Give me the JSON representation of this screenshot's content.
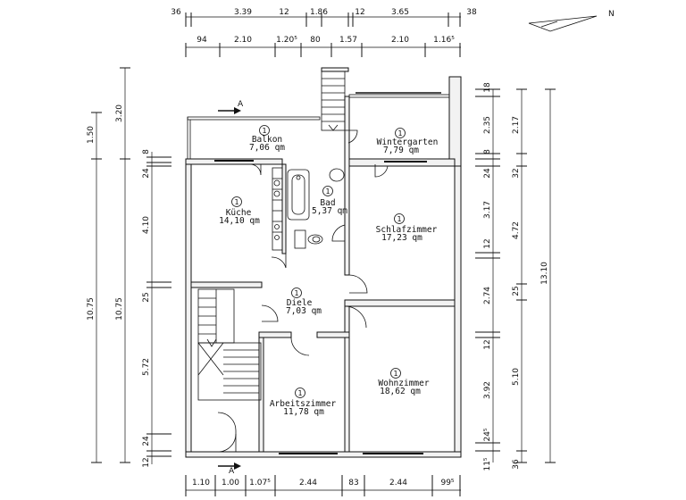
{
  "north_label": "N",
  "section_label": "A",
  "top_dims_row1": [
    "36",
    "3.39",
    "12",
    "1.86",
    "12",
    "3.65",
    "38"
  ],
  "top_dims_row2": [
    "94",
    "2.10",
    "1.20⁵",
    "80",
    "1.57",
    "2.10",
    "1.16⁵"
  ],
  "bottom_dims": [
    "1.10",
    "1.00",
    "1.07⁵",
    "2.44",
    "83",
    "2.44",
    "99⁵"
  ],
  "left_col_outer": [
    "1.50",
    "10.75"
  ],
  "left_col_mid": [
    "3.20",
    "10.75"
  ],
  "left_col_inner": [
    "8",
    "24",
    "4.10",
    "25",
    "5.72",
    "24",
    "12"
  ],
  "right_col_inner": [
    "18",
    "2.35",
    "8",
    "24",
    "3.17",
    "12",
    "2.74",
    "12",
    "3.92",
    "24⁵",
    "11⁵"
  ],
  "right_col_mid": [
    "2.17",
    "32",
    "4.72",
    "25",
    "5.10",
    "36"
  ],
  "right_col_outer": [
    "13.10"
  ],
  "rooms": [
    {
      "num": "1",
      "name": "Balkon",
      "area": "7,06 qm"
    },
    {
      "num": "1",
      "name": "Wintergarten",
      "area": "7,79 qm"
    },
    {
      "num": "1",
      "name": "Küche",
      "area": "14,10 qm"
    },
    {
      "num": "1",
      "name": "Bad",
      "area": "5,37 qm"
    },
    {
      "num": "1",
      "name": "Schlafzimmer",
      "area": "17,23 qm"
    },
    {
      "num": "1",
      "name": "Diele",
      "area": "7,03 qm"
    },
    {
      "num": "1",
      "name": "Wohnzimmer",
      "area": "18,62 qm"
    },
    {
      "num": "1",
      "name": "Arbeitszimmer",
      "area": "11,78 qm"
    }
  ]
}
